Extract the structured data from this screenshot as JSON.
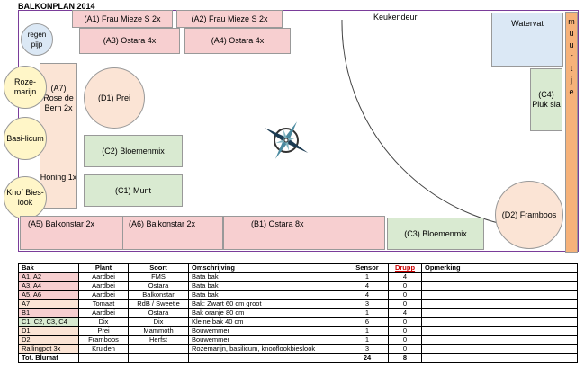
{
  "title": "BALKONPLAN 2014",
  "plan": {
    "keukendeur": "Keukendeur",
    "regenpijp": "regen pijp",
    "watervat": "Watervat",
    "muurtje": "m u u r t j e",
    "boxes": {
      "a1": "(A1) Frau Mieze S 2x",
      "a2": "(A2) Frau Mieze S 2x",
      "a3": "(A3) Ostara 4x",
      "a4": "(A4) Ostara 4x",
      "a7": "(A7) Rose de Bern 2x",
      "honing": "Honing 1x",
      "d1": "(D1) Prei",
      "c2": "(C2) Bloemenmix",
      "c1": "(C1) Munt",
      "c4": "(C4) Pluk sla",
      "d2": "(D2) Framboos",
      "a5": "(A5) Balkonstar 2x",
      "a6": "(A6) Balkonstar 2x",
      "b1": "(B1) Ostara 8x",
      "c3": "(C3) Bloemenmix"
    },
    "herbs": [
      "Roze-marijn",
      "Basi-licum",
      "Knof Bies-look"
    ]
  },
  "table": {
    "headers": [
      "Bak",
      "Plant",
      "Soort",
      "Omschrijving",
      "Sensor",
      "Drupp",
      "Opmerking"
    ],
    "rows": [
      [
        "A1, A2",
        "Aardbei",
        "FMS",
        "Bata bak",
        "1",
        "4",
        ""
      ],
      [
        "A3, A4",
        "Aardbei",
        "Ostara",
        "Bata bak",
        "4",
        "0",
        ""
      ],
      [
        "A5, A6",
        "Aardbei",
        "Balkonstar",
        "Bata bak",
        "4",
        "0",
        ""
      ],
      [
        "A7",
        "Tomaat",
        "RdB / Sweetie",
        "Bak: Zwart 60 cm groot",
        "3",
        "0",
        ""
      ],
      [
        "B1",
        "Aardbei",
        "Ostara",
        "Bak oranje 80 cm",
        "1",
        "4",
        ""
      ],
      [
        "C1, C2, C3, C4",
        "Dix",
        "Dix",
        "Kleine bak 40 cm",
        "6",
        "0",
        ""
      ],
      [
        "D1",
        "Prei",
        "Mammoth",
        "Bouwemmer",
        "1",
        "0",
        ""
      ],
      [
        "D2",
        "Framboos",
        "Herfst",
        "Bouwemmer",
        "1",
        "0",
        ""
      ],
      [
        "Railingpot 3x",
        "Kruiden",
        "",
        "Rozemarijn, basilicum, knooflookbieslook",
        "3",
        "0",
        ""
      ],
      [
        "Tot. Blumat",
        "",
        "",
        "",
        "24",
        "8",
        ""
      ]
    ]
  },
  "colors": {
    "border": "#7a3d9a",
    "pink": "#f7cfd0",
    "green": "#d9ead1",
    "peach": "#fbe4d5",
    "blue": "#dbe8f5",
    "orange": "#f6b27a",
    "yellow": "#fff6c8"
  }
}
